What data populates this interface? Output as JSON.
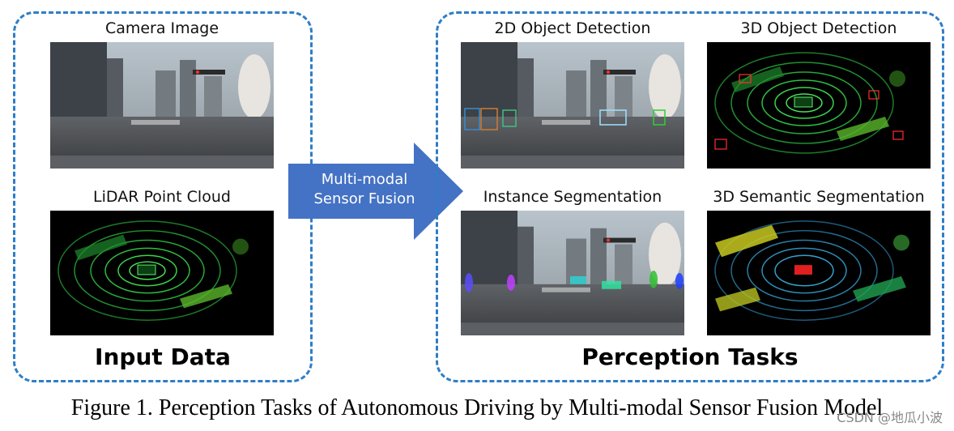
{
  "input_panel": {
    "title": "Input Data",
    "items": [
      {
        "caption": "Camera Image",
        "image": "street-camera-photo"
      },
      {
        "caption": "LiDAR Point Cloud",
        "image": "lidar-point-cloud-green"
      }
    ]
  },
  "fusion_arrow": {
    "line1": "Multi-modal",
    "line2": "Sensor Fusion",
    "color": "#4472c4"
  },
  "perception_panel": {
    "title": "Perception Tasks",
    "items": [
      {
        "caption": "2D Object Detection",
        "image": "street-photo-with-2d-boxes"
      },
      {
        "caption": "3D Object Detection",
        "image": "lidar-with-3d-boxes"
      },
      {
        "caption": "Instance Segmentation",
        "image": "street-photo-with-instance-masks"
      },
      {
        "caption": "3D Semantic Segmentation",
        "image": "lidar-semantic-colored"
      }
    ]
  },
  "figure_caption": "Figure 1. Perception Tasks of Autonomous Driving by Multi-modal Sensor Fusion Model",
  "watermark": "CSDN @地瓜小波",
  "colors": {
    "panel_border": "#2e7ec7",
    "arrow_fill": "#4472c4"
  }
}
